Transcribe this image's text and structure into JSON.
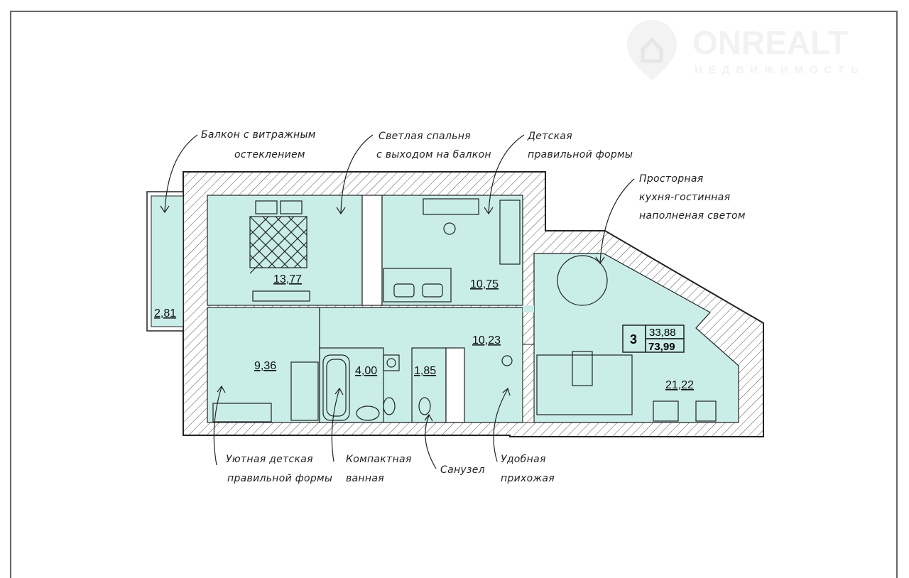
{
  "watermark": {
    "brand": "ONREALT",
    "subtitle": "НЕДВИЖИМОСТЬ"
  },
  "colors": {
    "room_fill": "#c9eee8",
    "wall": "#333333",
    "frame": "#666666"
  },
  "rooms": [
    {
      "id": "balcony",
      "area": "2,81"
    },
    {
      "id": "bedroom",
      "area": "13,77"
    },
    {
      "id": "kids-room",
      "area": "10,75"
    },
    {
      "id": "small-kids-room",
      "area": "9,36"
    },
    {
      "id": "bathroom",
      "area": "4,00"
    },
    {
      "id": "toilet",
      "area": "1,85"
    },
    {
      "id": "hallway",
      "area": "10,23"
    },
    {
      "id": "kitchen-living",
      "area": "21,22"
    }
  ],
  "badge": {
    "rooms": "3",
    "living_area": "33,88",
    "total_area": "73,99"
  },
  "callouts": {
    "balcony": [
      "Балкон с витражным",
      "остеклением"
    ],
    "bedroom": [
      "Светлая спальня",
      "с выходом на балкон"
    ],
    "kids": [
      "Детская",
      "правильной формы"
    ],
    "kitchen": [
      "Просторная",
      "кухня-гостинная",
      "наполненая светом"
    ],
    "small_kids": [
      "Уютная детская",
      "правильной формы"
    ],
    "bath": [
      "Компактная",
      "ванная"
    ],
    "toilet": [
      "Санузел"
    ],
    "hall": [
      "Удобная",
      "прихожая"
    ]
  }
}
